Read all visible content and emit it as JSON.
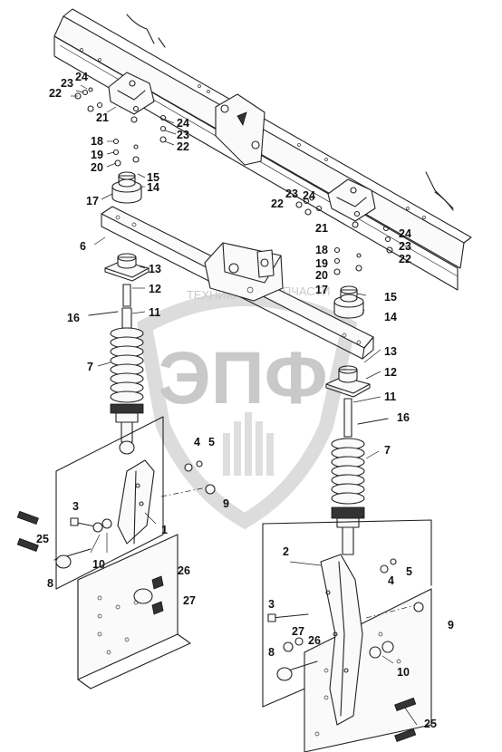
{
  "watermark": {
    "line1": "ТЕХНИКА",
    "line2": "ЗАПЧАСТИ",
    "monogram": "ЭПФ"
  },
  "callouts": [
    {
      "label": "24"
    },
    {
      "label": "23"
    },
    {
      "label": "22"
    },
    {
      "label": "21"
    },
    {
      "label": "24"
    },
    {
      "label": "23"
    },
    {
      "label": "22"
    },
    {
      "label": "18"
    },
    {
      "label": "19"
    },
    {
      "label": "20"
    },
    {
      "label": "15"
    },
    {
      "label": "14"
    },
    {
      "label": "17"
    },
    {
      "label": "24"
    },
    {
      "label": "23"
    },
    {
      "label": "22"
    },
    {
      "label": "21"
    },
    {
      "label": "24"
    },
    {
      "label": "23"
    },
    {
      "label": "22"
    },
    {
      "label": "6"
    },
    {
      "label": "18"
    },
    {
      "label": "19"
    },
    {
      "label": "20"
    },
    {
      "label": "17"
    },
    {
      "label": "15"
    },
    {
      "label": "14"
    },
    {
      "label": "13"
    },
    {
      "label": "12"
    },
    {
      "label": "11"
    },
    {
      "label": "16"
    },
    {
      "label": "7"
    },
    {
      "label": "13"
    },
    {
      "label": "12"
    },
    {
      "label": "11"
    },
    {
      "label": "16"
    },
    {
      "label": "7"
    },
    {
      "label": "4"
    },
    {
      "label": "5"
    },
    {
      "label": "9"
    },
    {
      "label": "3"
    },
    {
      "label": "1"
    },
    {
      "label": "25"
    },
    {
      "label": "10"
    },
    {
      "label": "8"
    },
    {
      "label": "26"
    },
    {
      "label": "27"
    },
    {
      "label": "2"
    },
    {
      "label": "4"
    },
    {
      "label": "5"
    },
    {
      "label": "3"
    },
    {
      "label": "9"
    },
    {
      "label": "27"
    },
    {
      "label": "26"
    },
    {
      "label": "8"
    },
    {
      "label": "10"
    },
    {
      "label": "25"
    }
  ]
}
